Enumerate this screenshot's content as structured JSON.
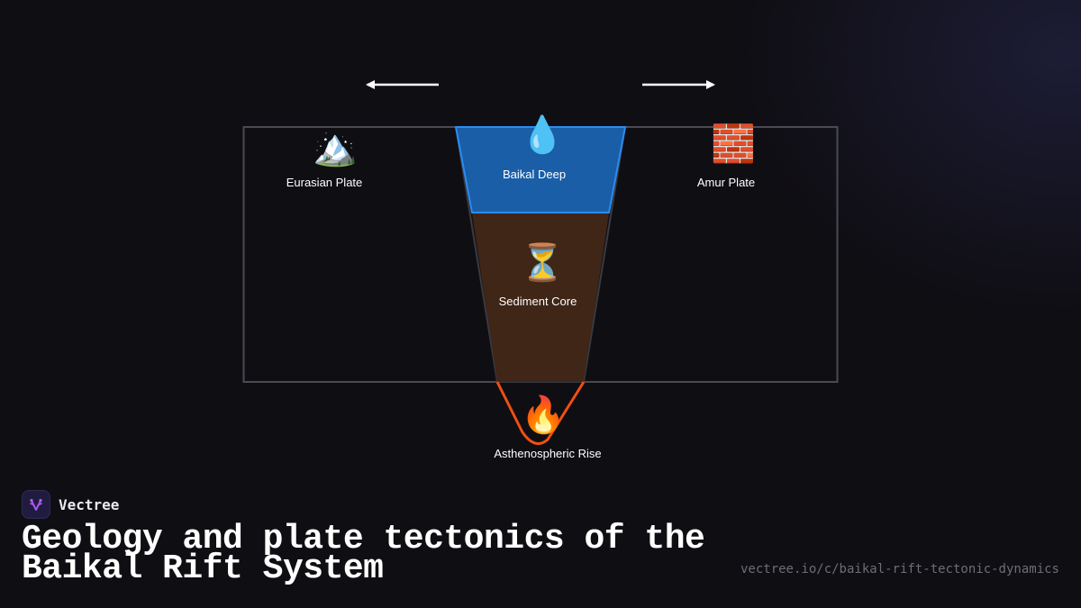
{
  "diagram": {
    "labels": {
      "eurasian": "Eurasian Plate",
      "baikal": "Baikal Deep",
      "amur": "Amur Plate",
      "sediment": "Sediment Core",
      "astheno": "Asthenospheric Rise"
    },
    "icons": {
      "eurasian": "🏔️",
      "baikal": "💧",
      "amur": "🧱",
      "sediment": "⏳",
      "astheno": "🔥"
    },
    "colors": {
      "water": "#1a5ea8",
      "water_edge": "#2a8cf0",
      "sediment": "#3f2617",
      "magma": "#f04f12",
      "frame": "#4a4a52",
      "arrow": "#ffffff"
    }
  },
  "footer": {
    "brand_name": "Vectree",
    "title": "Geology and plate tectonics of the Baikal Rift System",
    "url": "vectree.io/c/baikal-rift-tectonic-dynamics"
  }
}
